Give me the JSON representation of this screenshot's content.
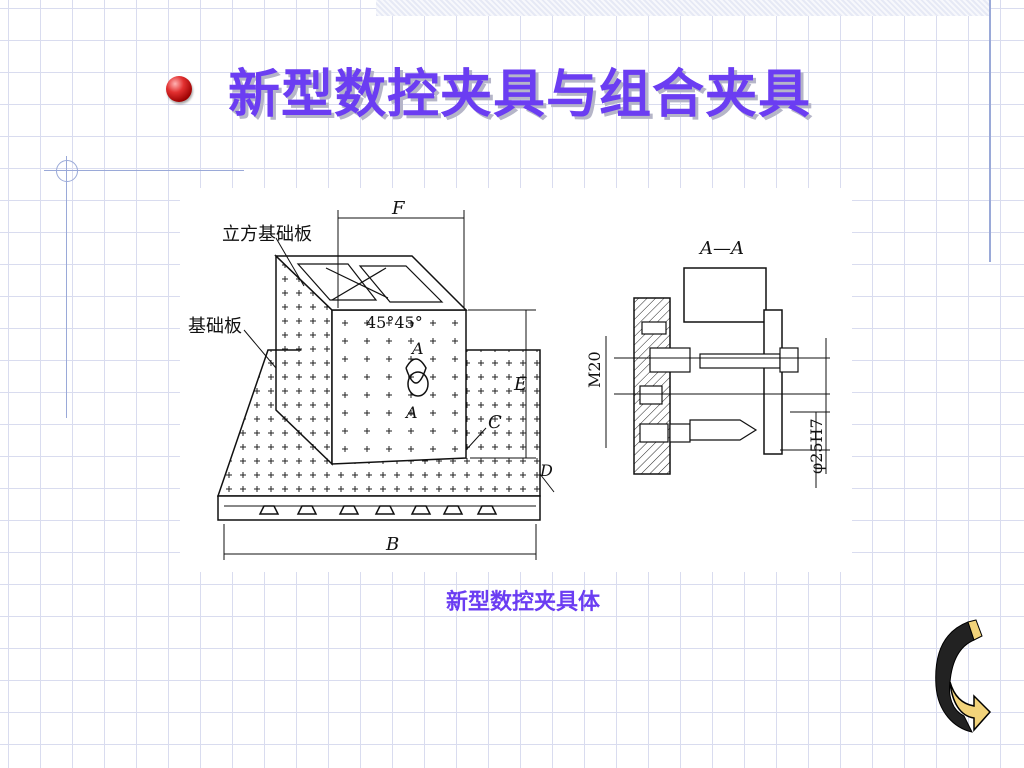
{
  "slide": {
    "title": "新型数控夹具与组合夹具",
    "caption": "新型数控夹具体"
  },
  "figure": {
    "labels": {
      "cube_plate": "立方基础板",
      "base_plate": "基础板",
      "dim_F": "F",
      "dim_E": "E",
      "dim_C": "C",
      "dim_D": "D",
      "dim_B": "B",
      "angle": "45°45°",
      "A_top": "A",
      "A_bottom": "A",
      "section_title": "A—A",
      "thread": "M20",
      "bore": "φ25H7"
    }
  },
  "nav": {
    "icon": "return-arrow-icon"
  },
  "colors": {
    "title": "#6b3df2",
    "grid": "#d9dcef",
    "bullet": "#cc1f1f"
  }
}
